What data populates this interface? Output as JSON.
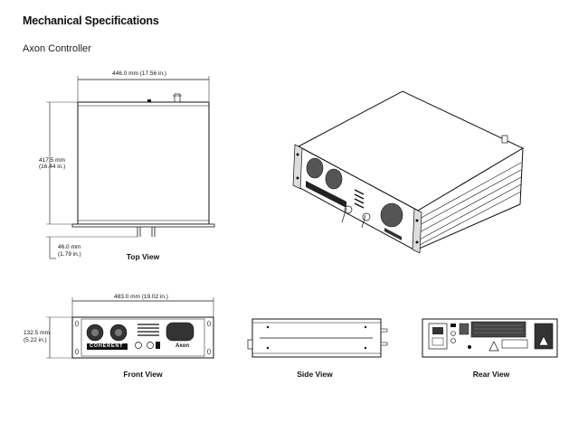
{
  "document": {
    "title": "Mechanical Specifications",
    "subtitle": "Axon Controller"
  },
  "dimensions": {
    "top_width": "446.0 mm (17.56 in.)",
    "top_depth_mm": "417.5 mm",
    "top_depth_in": "(16.44 in.)",
    "rear_protrusion_mm": "46.0 mm",
    "rear_protrusion_in": "(1.79 in.)",
    "front_width": "483.0 mm (19.02 in.)",
    "front_height_mm": "132.5 mm",
    "front_height_in": "(5.22 in.)"
  },
  "captions": {
    "top_view": "Top View",
    "front_view": "Front View",
    "side_view": "Side View",
    "rear_view": "Rear View"
  },
  "branding": {
    "logo_text": "COHERENT",
    "product_text": "Axon"
  }
}
